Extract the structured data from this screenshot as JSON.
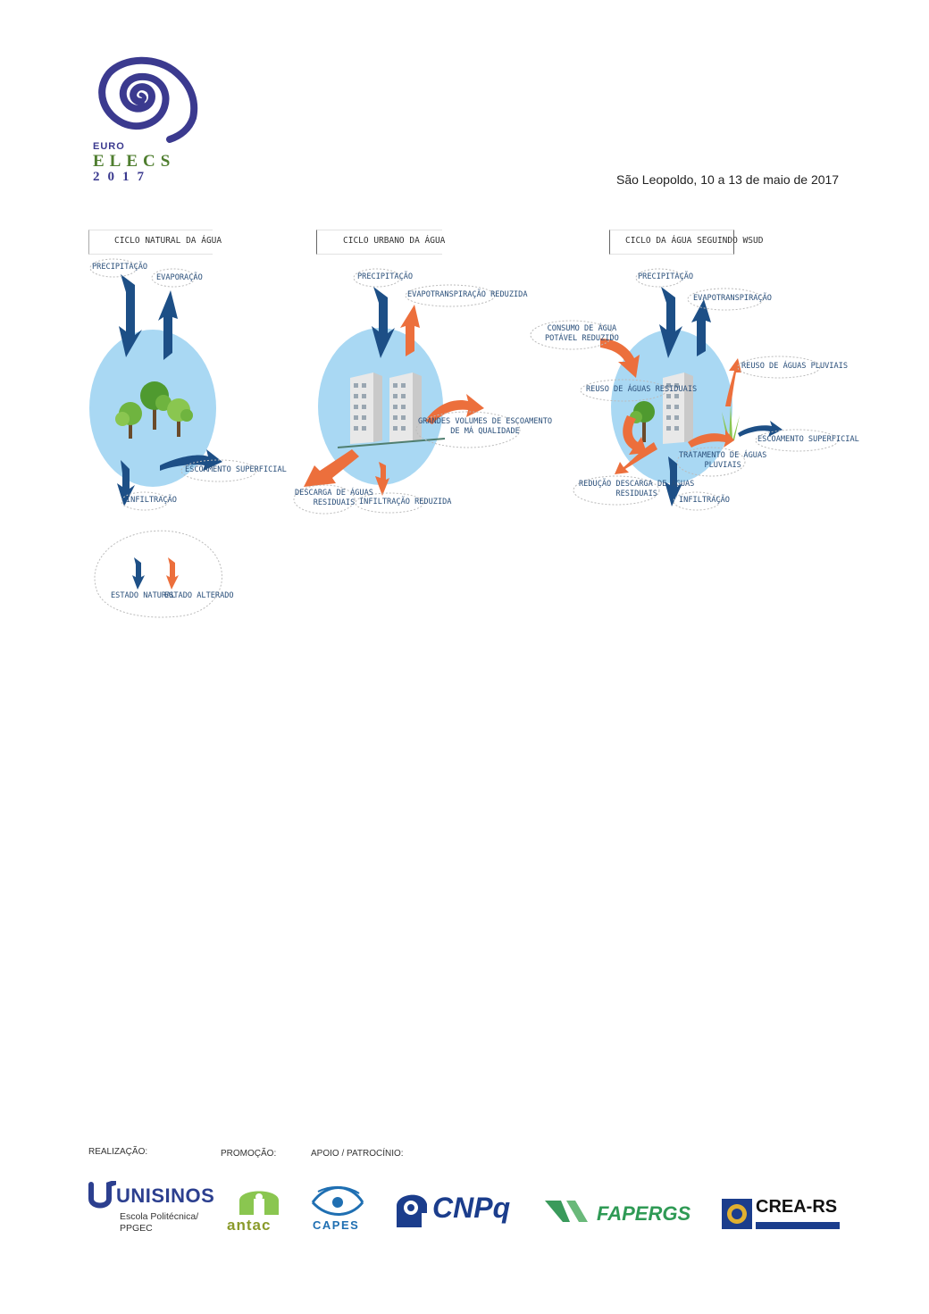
{
  "header": {
    "logo": {
      "line1": "EURO",
      "line2": "ELECS",
      "line3": "2017"
    },
    "place_date": "São Leopoldo, 10 a 13 de maio de 2017"
  },
  "panels": {
    "natural": {
      "title": "CICLO NATURAL DA ÁGUA",
      "labels": {
        "precipitacao": "PRECIPITAÇÃO",
        "evaporacao": "EVAPORAÇÃO",
        "escoamento": "ESCOAMENTO SUPERFICIAL",
        "infiltracao": "INFILTRAÇÃO"
      }
    },
    "urbano": {
      "title": "CICLO URBANO DA ÁGUA",
      "labels": {
        "precipitacao": "PRECIPITAÇÃO",
        "evapo": "EVAPOTRANSPIRAÇÃO REDUZIDA",
        "grandes_1": "GRANDES VOLUMES DE ESCOAMENTO",
        "grandes_2": "DE MÁ QUALIDADE",
        "descarga_1": "DESCARGA DE ÁGUAS",
        "descarga_2": "RESIDUAIS",
        "infiltracao": "INFILTRAÇÃO REDUZIDA"
      }
    },
    "wsud": {
      "title": "CICLO DA ÁGUA SEGUINDO WSUD",
      "labels": {
        "precipitacao": "PRECIPITAÇÃO",
        "evapo": "EVAPOTRANSPIRAÇÃO",
        "consumo_1": "CONSUMO DE ÁGUA",
        "consumo_2": "POTÁVEL REDUZIDO",
        "reuso_pluviais": "REUSO DE ÁGUAS PLUVIAIS",
        "reuso_residuais": "REUSO DE ÁGUAS RESIDUAIS",
        "escoamento": "ESCOAMENTO SUPERFICIAL",
        "tratamento_1": "TRATAMENTO DE ÁGUAS",
        "tratamento_2": "PLUVIAIS",
        "reducao_1": "REDUÇÃO DESCARGA DE ÁGUAS",
        "reducao_2": "RESIDUAIS",
        "infiltracao": "INFILTRAÇÃO"
      }
    }
  },
  "legend": {
    "natural": "ESTADO NATURAL",
    "alterado": "ESTADO ALTERADO"
  },
  "colors": {
    "natural_arrow": "#1d4f86",
    "altered_arrow": "#ec6f3c",
    "water_circle": "#a9d8f3",
    "label_text": "#2a4f7a",
    "tree_green": "#6fb43f"
  },
  "footer": {
    "realizacao": "REALIZAÇÃO:",
    "promocao": "PROMOÇÃO:",
    "apoio": "APOIO / PATROCÍNIO:",
    "unisinos": "UNISINOS",
    "unisinos_sub1": "Escola Politécnica/",
    "unisinos_sub2": "PPGEC",
    "antac": "antac",
    "capes": "CAPES",
    "cnpq": "CNPq",
    "fapergs": "FAPERGS",
    "crea": "CREA-RS"
  }
}
